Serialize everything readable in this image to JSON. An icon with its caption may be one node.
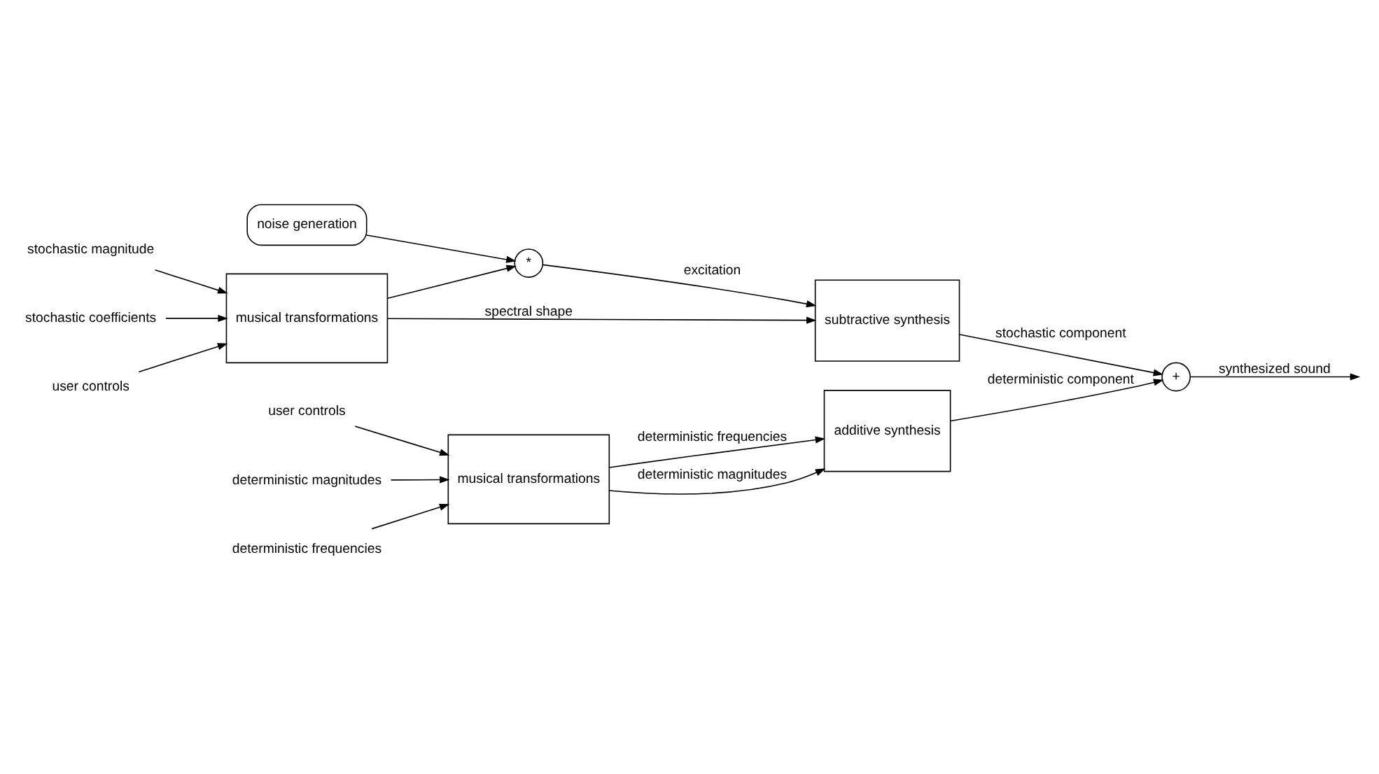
{
  "diagram": {
    "nodes": [
      {
        "text": [
          "user controls"
        ]
      },
      {
        "text": [
          "deterministic frequencies"
        ]
      },
      {
        "text": [
          "deterministic magnitudes"
        ]
      },
      {
        "text": [
          "musical transformations"
        ]
      },
      {
        "text": [
          "additive synthesis"
        ]
      },
      {
        "text": [
          "+"
        ]
      },
      {
        "text": [
          "noise generation"
        ]
      },
      {
        "text": [
          "*"
        ]
      },
      {
        "text": [
          "stochastic magnitude"
        ]
      },
      {
        "text": [
          "stochastic coefficients"
        ]
      },
      {
        "text": [
          "musical transformations"
        ]
      },
      {
        "text": [
          "subtractive synthesis"
        ]
      },
      {
        "text": [
          "user controls"
        ]
      }
    ],
    "edges": [
      {
        "from": 0,
        "to": 3,
        "arrow": "to"
      },
      {
        "from": 1,
        "to": 3,
        "arrow": "to"
      },
      {
        "from": 2,
        "to": 3,
        "arrow": "to"
      },
      {
        "from": 3,
        "to": 4,
        "arrow": "to",
        "label": "deterministic frequencies"
      },
      {
        "from": 3,
        "to": 4,
        "arrow": "to",
        "label": "deterministic magnitudes"
      },
      {
        "from": 4,
        "to": 5,
        "arrow": "to",
        "label": "deterministic component"
      },
      {
        "from": 6,
        "to": 7,
        "arrow": "to"
      },
      {
        "from": 8,
        "to": 10,
        "arrow": "to"
      },
      {
        "from": 9,
        "to": 10,
        "arrow": "to"
      },
      {
        "from": 12,
        "to": 10,
        "arrow": "to"
      },
      {
        "from": 10,
        "to": 7,
        "arrow": "to"
      },
      {
        "from": 7,
        "to": 11,
        "arrow": "to",
        "label": "excitation"
      },
      {
        "from": 10,
        "to": 11,
        "arrow": "to",
        "label": "spectral shape"
      },
      {
        "from": 11,
        "to": 5,
        "arrow": "to",
        "label": "stochastic component"
      },
      {
        "from": 5,
        "to": null,
        "arrow": "to",
        "label": "synthesized sound"
      }
    ]
  }
}
